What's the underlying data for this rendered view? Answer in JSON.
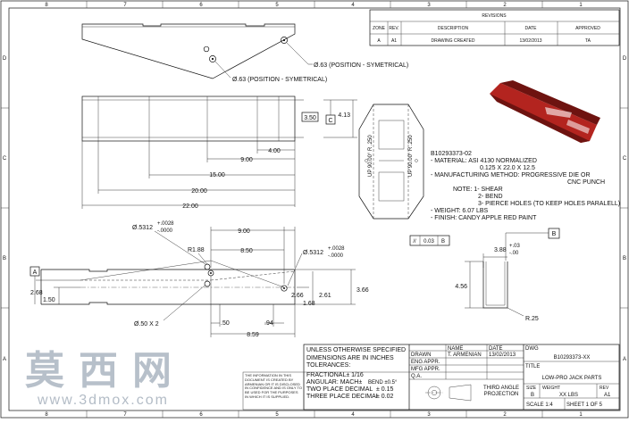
{
  "zones": {
    "top": [
      "8",
      "7",
      "6",
      "5",
      "4",
      "3",
      "2",
      "1"
    ],
    "bottom": [
      "8",
      "7",
      "6",
      "5",
      "4",
      "3",
      "2",
      "1"
    ],
    "left": [
      "D",
      "C",
      "B",
      "A"
    ],
    "right": [
      "D",
      "C",
      "B",
      "A"
    ]
  },
  "revisions": {
    "title": "REVISIONS",
    "headers": [
      "ZONE",
      "REV.",
      "DESCRIPTION",
      "DATE",
      "APPROVED"
    ],
    "row": [
      "A",
      "A1",
      "DRAWING CREATED",
      "13/02/2013",
      "TA"
    ]
  },
  "dims": {
    "hole_note_1": "Ø.63 (POSITION - SYMETRICAL)",
    "hole_note_2": "Ø.63 (POSITION - SYMETRICAL)",
    "d_3_50": "3.50",
    "datum_c": "C",
    "d_4_13": "4.13",
    "d_4_00": "4.00",
    "d_9_00_top": "9.00",
    "d_15_00": "15.00",
    "d_20_00": "20.00",
    "d_22_00": "22.00",
    "hole_5312_a": "Ø.5312",
    "tol_a_up": "+.0028",
    "tol_a_dn": "-.0000",
    "hole_5312_b": "Ø.5312",
    "tol_b_up": "+.0028",
    "tol_b_dn": "-.0000",
    "d_9_00_bot": "9.00",
    "r_1_88": "R1.88",
    "d_8_50": "8.50",
    "datum_a": "A",
    "d_2_68": "2.68",
    "d_1_50": "1.50",
    "d_2_61": "2.61",
    "d_2_66": "2.66",
    "d_3_66": "3.66",
    "d_1_68": "1.68",
    "hole_50x2": "Ø.50 X 2",
    "d_50": ".50",
    "d_94": ".94",
    "d_8_59": "8.59"
  },
  "flat": {
    "bend_up_1": "UP 90.00°  R .250",
    "bend_up_2": "UP 90.00°  R .250"
  },
  "notes": {
    "lines": [
      "B10293373-02",
      "- MATERIAL: ASI 4130 NORMALIZED",
      "0.125 X 22.0 X 12.5",
      "- MANUFACTURING METHOD: PROGRESSIVE DIE OR",
      "CNC PUNCH",
      "NOTE: 1- SHEAR",
      "2- BEND",
      "3- PIERCE HOLES (TO KEEP HOLES PARALELL)",
      "- WEIGHT: 6.07 LBS",
      "- FINISH: CANDY APPLE RED PAINT"
    ]
  },
  "section": {
    "fcf_symbol": "//",
    "fcf_tol": "0.03",
    "fcf_datum": "B",
    "datum_b": "B",
    "d_3_88": "3.88",
    "tol_up": "+.03",
    "tol_dn": "-.00",
    "d_4_56": "4.56",
    "r_25": "R.25"
  },
  "title_block": {
    "unless": "UNLESS OTHERWISE SPECIFIED",
    "dims_inches": "DIMENSIONS ARE IN INCHES",
    "tolerances": "TOLERANCES:",
    "fractional": "FRACTIONAL± 1/16",
    "angular": "ANGULAR: MACH± ",
    "bend": "BEND ±0.5°",
    "two_place": "TWO PLACE DECIMAL",
    "two_place_val": "± 0.15",
    "three_place": "THREE PLACE DECIMAL",
    "three_place_val": "± 0.02",
    "proprietary": "THE INFORMATION IN THIS DOCUMENT IS CREATED BY ARMENIAN OR IT IS DISCLOSED IN CONFIDENCE AND IS ONLY TO BE USED FOR THE PURPOSES IN WHICH IT IS SUPPLIED.",
    "name_h": "NAME",
    "date_h": "DATE",
    "drawn": "DRAWN",
    "drawn_name": "T. ARMENIAN",
    "drawn_date": "13/02/2013",
    "eng_appr": "ENG APPR.",
    "mfg_appr": "MFG APPR.",
    "qa": "Q.A.",
    "dwg_label": "DWG",
    "dwg_no": "B10293373-XX",
    "title_label": "TITLE",
    "title": "LOW-PRO JACK PARTS",
    "size_label": "SIZE",
    "size": "B",
    "weight_label": "WEIGHT",
    "weight": "XX LBS",
    "rev_label": "REV",
    "rev": "A1",
    "scale": "SCALE 1:4",
    "sheet": "SHEET 1 OF 5",
    "projection_1": "THIRD ANGLE",
    "projection_2": "PROJECTION"
  },
  "watermark": {
    "cn": "莫西网",
    "url": "www.3dmox.com"
  },
  "colors": {
    "part_red": "#b3241f",
    "part_dark": "#6e1310",
    "watermark": "#9aa6b4"
  }
}
